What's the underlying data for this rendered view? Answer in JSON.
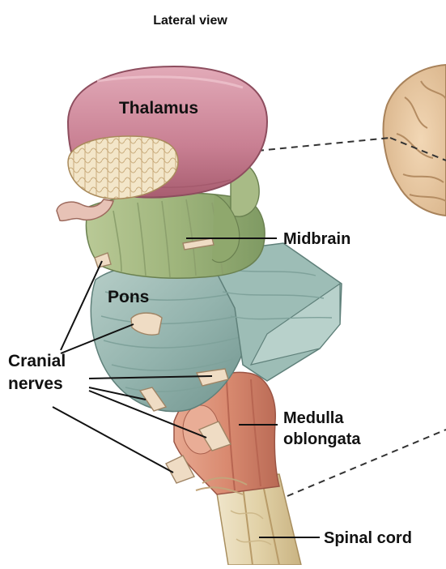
{
  "figure": {
    "title": "Lateral view",
    "labels": {
      "thalamus": "Thalamus",
      "midbrain": "Midbrain",
      "pons": "Pons",
      "cranial_line1": "Cranial",
      "cranial_line2": "nerves",
      "medulla_line1": "Medulla",
      "medulla_line2": "oblongata",
      "spinal_cord": "Spinal cord"
    }
  }
}
